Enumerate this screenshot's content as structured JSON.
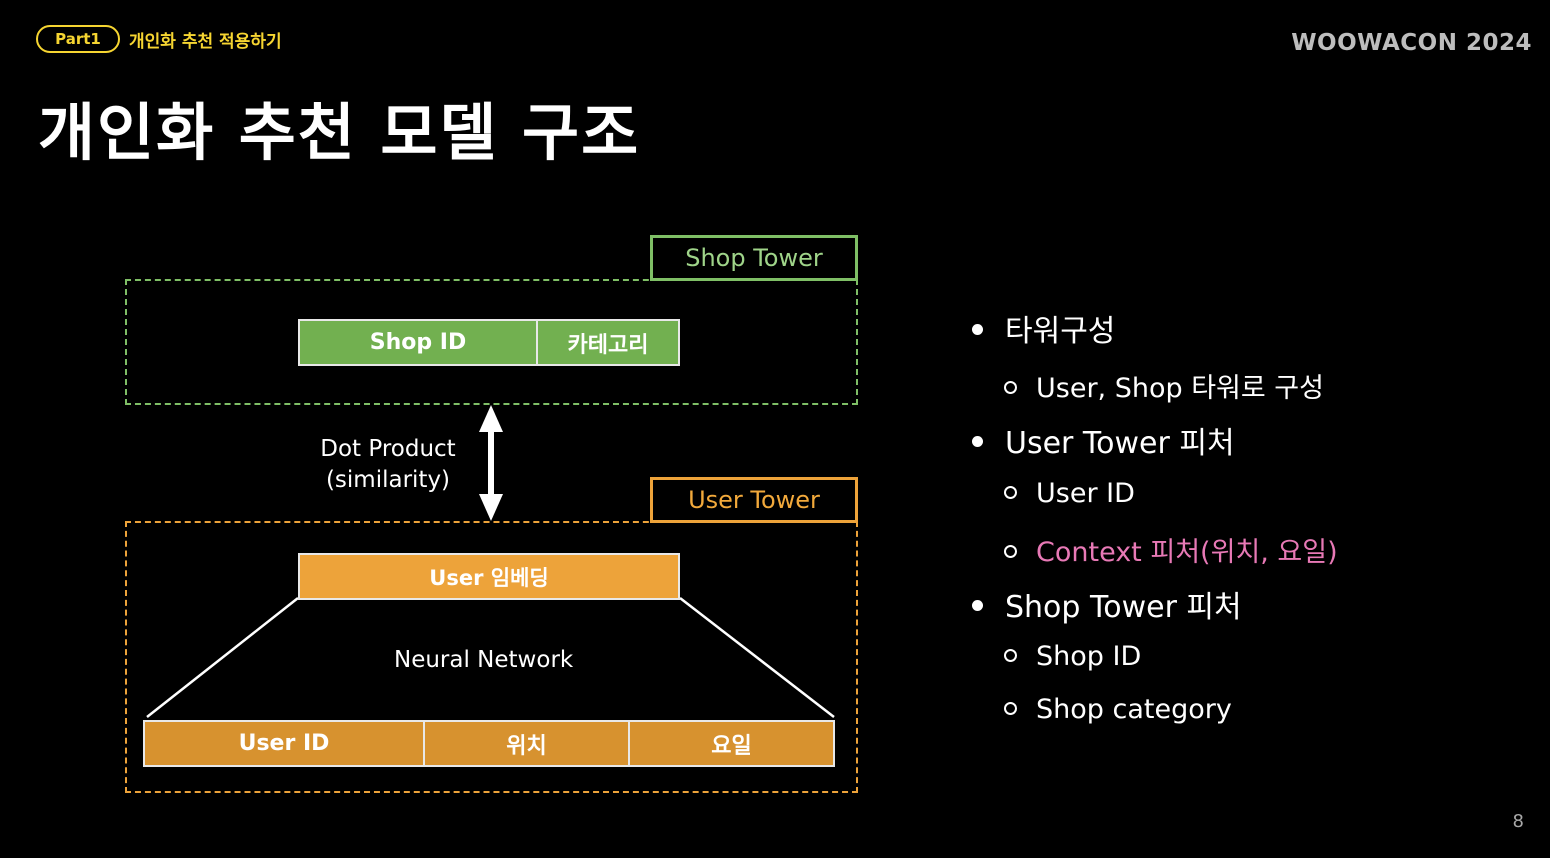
{
  "header": {
    "part_badge": "Part1",
    "section_title": "개인화 추천 적용하기",
    "conference": "WOOWACON 2024"
  },
  "title": "개인화 추천 모델 구조",
  "page_number": "8",
  "diagram": {
    "shop_tower": {
      "label": "Shop Tower",
      "features": [
        "Shop ID",
        "카테고리"
      ]
    },
    "dot_product": {
      "line1": "Dot Product",
      "line2": "(similarity)"
    },
    "user_tower": {
      "label": "User Tower",
      "embedding": "User 임베딩",
      "network": "Neural Network",
      "inputs": [
        "User ID",
        "위치",
        "요일"
      ]
    },
    "colors": {
      "shop": "#72b050",
      "user": "#eda33a"
    }
  },
  "bullets": [
    {
      "level": 1,
      "text": "타워구성"
    },
    {
      "level": 2,
      "text": "User, Shop 타워로 구성"
    },
    {
      "level": 1,
      "text": "User Tower  피처"
    },
    {
      "level": 2,
      "text": "User ID"
    },
    {
      "level": 2,
      "text": "Context 피처(위치, 요일)",
      "highlight": "#e879b6"
    },
    {
      "level": 1,
      "text": "Shop Tower 피처"
    },
    {
      "level": 2,
      "text": "Shop ID"
    },
    {
      "level": 2,
      "text": "Shop category"
    }
  ]
}
